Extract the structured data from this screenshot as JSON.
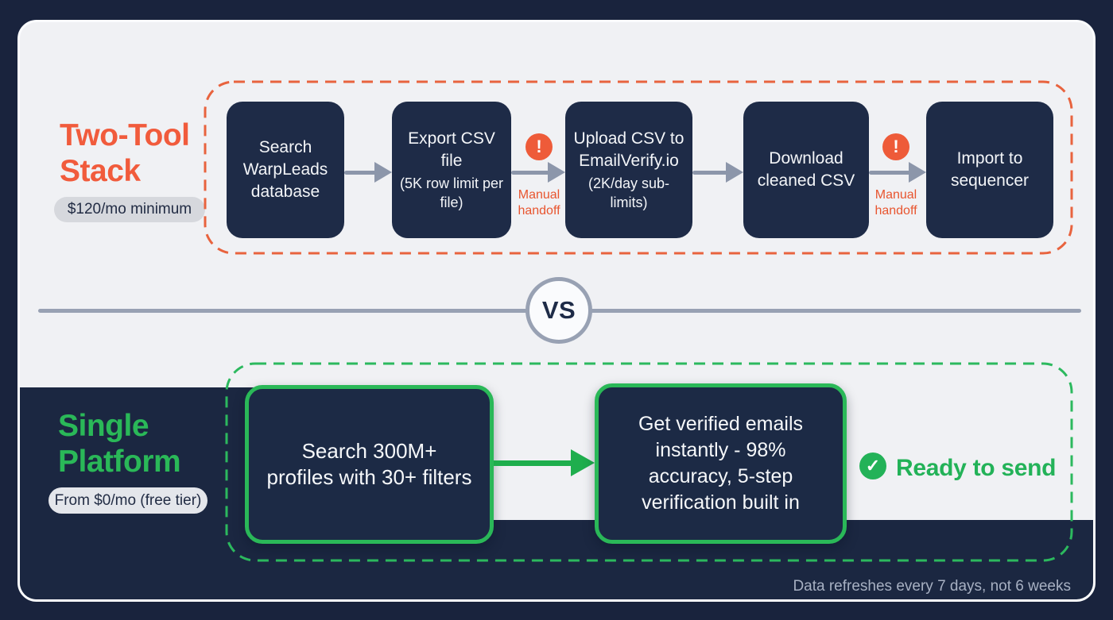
{
  "comparison": {
    "top": {
      "title_line1": "Two-Tool",
      "title_line2": "Stack",
      "price_badge": "$120/mo minimum",
      "steps": [
        {
          "main": "Search WarpLeads database"
        },
        {
          "main": "Export CSV file",
          "sub": "(5K row limit per file)"
        },
        {
          "main": "Upload CSV to EmailVerify.io",
          "sub": "(2K/day sub-limits)"
        },
        {
          "main": "Download cleaned CSV"
        },
        {
          "main": "Import to sequencer"
        }
      ],
      "warning_glyph": "!",
      "handoff_1": "Manual handoff",
      "handoff_2": "Manual handoff"
    },
    "divider": {
      "vs": "VS"
    },
    "bottom": {
      "title_line1": "Single",
      "title_line2": "Platform",
      "price_badge": "From $0/mo (free tier)",
      "steps": [
        {
          "main": "Search 300M+ profiles with 30+ filters"
        },
        {
          "main": "Get verified emails instantly - 98% accuracy, 5-step verification built in"
        }
      ],
      "check_glyph": "✓",
      "result_label": "Ready to send",
      "footer_note": "Data refreshes every 7 days, not 6 weeks"
    },
    "colors": {
      "frame_navy": "#19233d",
      "card_bg": "#f0f1f4",
      "box_navy": "#1e2b47",
      "dark_section": "#1b2741",
      "accent_orange": "#ee5b39",
      "accent_green": "#27b45a",
      "arrow_gray": "#8c96aa"
    }
  }
}
